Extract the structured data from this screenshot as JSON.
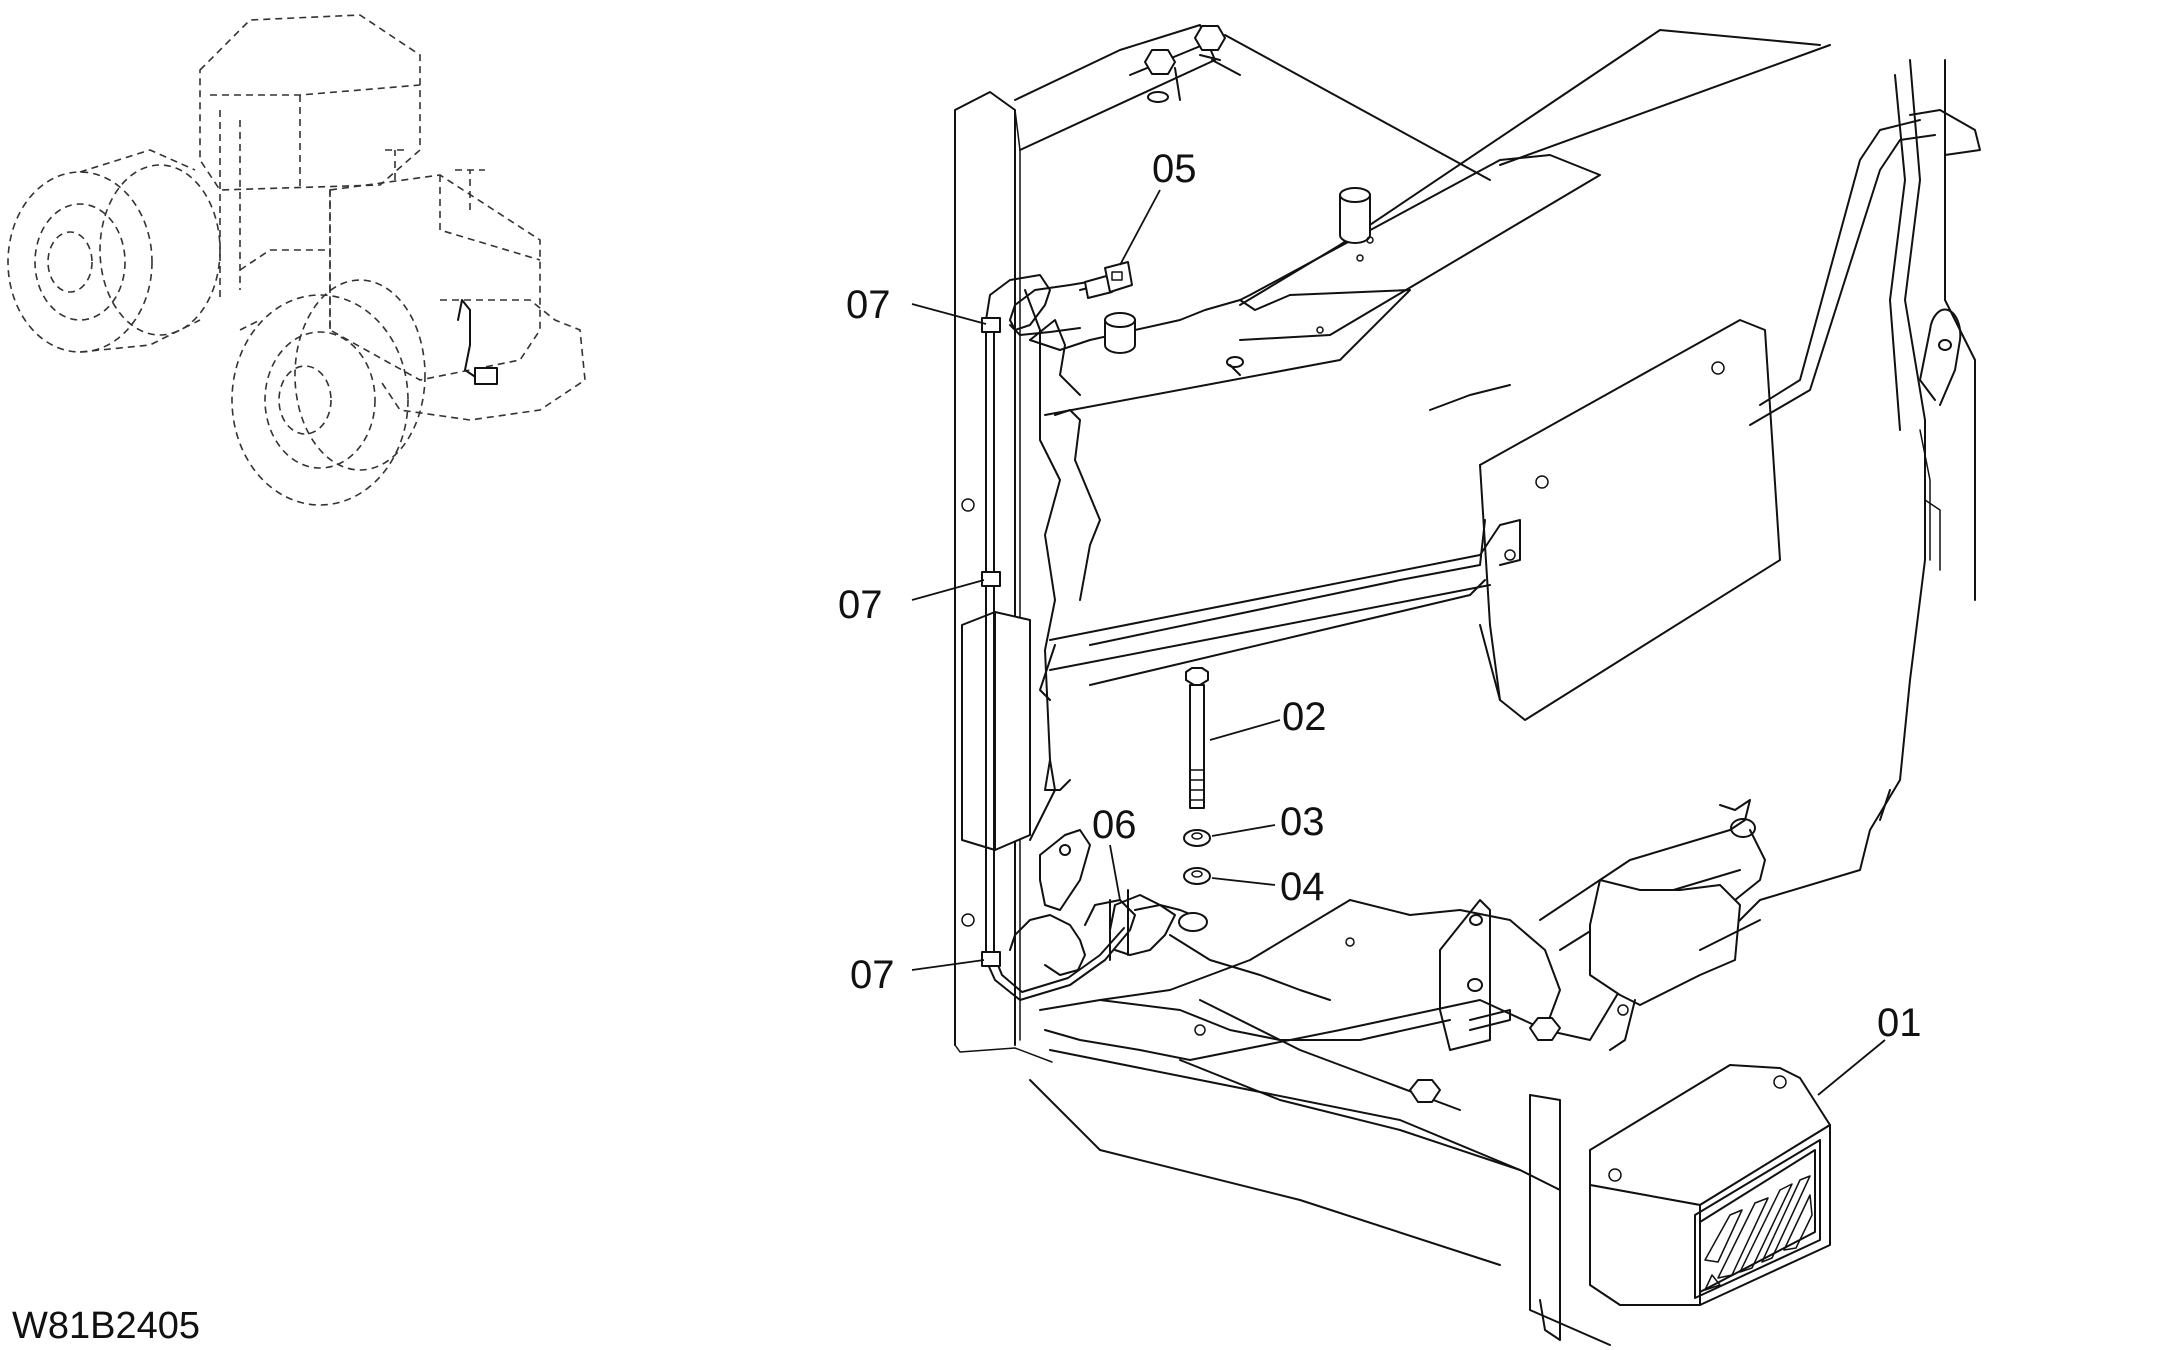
{
  "diagram": {
    "drawing_code": "W81B2405",
    "callouts": [
      {
        "id": "c-05",
        "label": "05"
      },
      {
        "id": "c-07a",
        "label": "07"
      },
      {
        "id": "c-07b",
        "label": "07"
      },
      {
        "id": "c-02",
        "label": "02"
      },
      {
        "id": "c-03",
        "label": "03"
      },
      {
        "id": "c-06",
        "label": "06"
      },
      {
        "id": "c-04",
        "label": "04"
      },
      {
        "id": "c-07c",
        "label": "07"
      },
      {
        "id": "c-01",
        "label": "01"
      }
    ]
  }
}
